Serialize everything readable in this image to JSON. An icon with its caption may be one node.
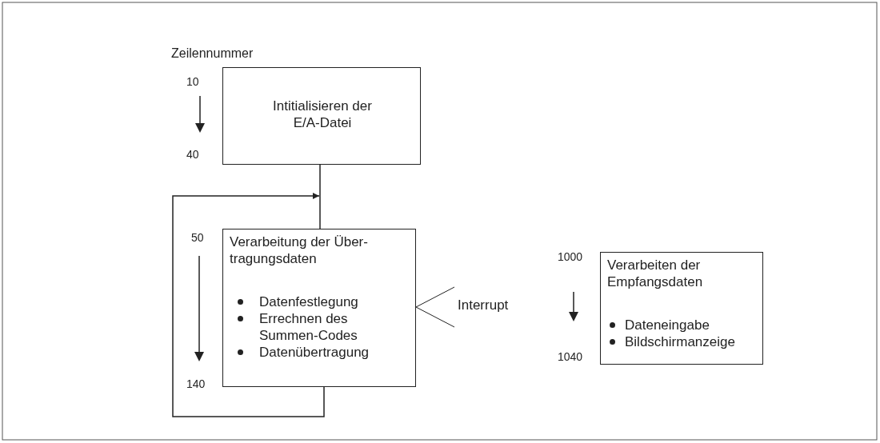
{
  "diagram": {
    "nodes": [
      {
        "text": [
          "Intitialisieren der E/A-Datei"
        ]
      },
      {
        "text": [
          "Verarbeitung der Über-tragungsdaten",
          "Datenfestlegung",
          "Errechnen des Summen-Codes",
          "Datenübertragung"
        ]
      },
      {
        "text": [
          "Verarbeiten der Empfangsdaten",
          "Dateneingabe",
          "Bildschirmanzeige"
        ]
      }
    ],
    "edges": [
      {
        "from": 0,
        "to": 1,
        "arrow": "none"
      },
      {
        "from": 1,
        "to": 1,
        "arrow": "to"
      }
    ],
    "labels": [
      "Zeilennummer",
      "10",
      "40",
      "50",
      "140",
      "Interrupt",
      "1000",
      "1040"
    ]
  }
}
